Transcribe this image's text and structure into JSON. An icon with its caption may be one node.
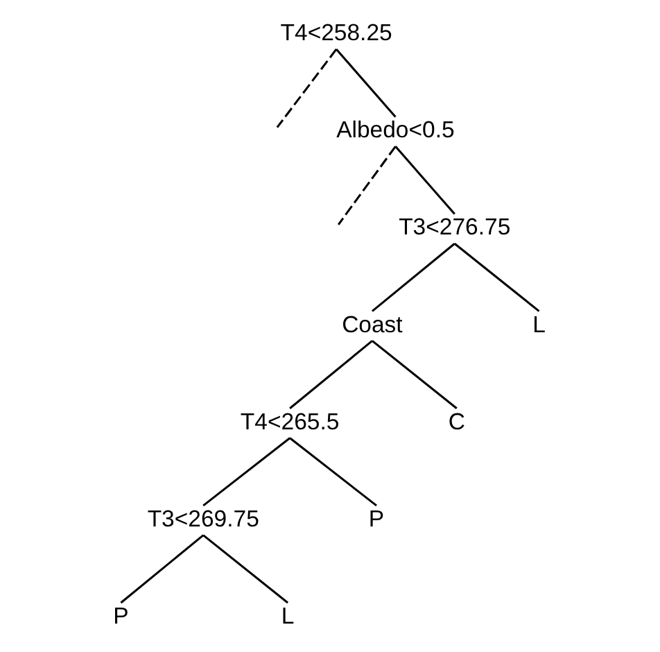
{
  "diagram": {
    "nodes": [
      {
        "text": [
          "T4<258.25"
        ]
      },
      {
        "text": [
          "Albedo<0.5"
        ]
      },
      {
        "text": [
          "T3<276.75"
        ]
      },
      {
        "text": [
          "Coast"
        ]
      },
      {
        "text": [
          "T4<265.5"
        ]
      },
      {
        "text": [
          "T3<269.75"
        ]
      },
      {
        "text": [
          "P"
        ]
      },
      {
        "text": [
          "L"
        ]
      },
      {
        "text": [
          "P"
        ]
      },
      {
        "text": [
          "C"
        ]
      },
      {
        "text": [
          "L"
        ]
      }
    ],
    "edges": [
      {
        "from": 0,
        "to": null,
        "arrow": "none",
        "style": "dashed"
      },
      {
        "from": 0,
        "to": 1,
        "arrow": "none"
      },
      {
        "from": 1,
        "to": null,
        "arrow": "none",
        "style": "dashed"
      },
      {
        "from": 1,
        "to": 2,
        "arrow": "none"
      },
      {
        "from": 2,
        "to": 3,
        "arrow": "none"
      },
      {
        "from": 2,
        "to": 10,
        "arrow": "none"
      },
      {
        "from": 3,
        "to": 4,
        "arrow": "none"
      },
      {
        "from": 3,
        "to": 9,
        "arrow": "none"
      },
      {
        "from": 4,
        "to": 5,
        "arrow": "none"
      },
      {
        "from": 4,
        "to": 8,
        "arrow": "none"
      },
      {
        "from": 5,
        "to": 6,
        "arrow": "none"
      },
      {
        "from": 5,
        "to": 7,
        "arrow": "none"
      }
    ]
  }
}
